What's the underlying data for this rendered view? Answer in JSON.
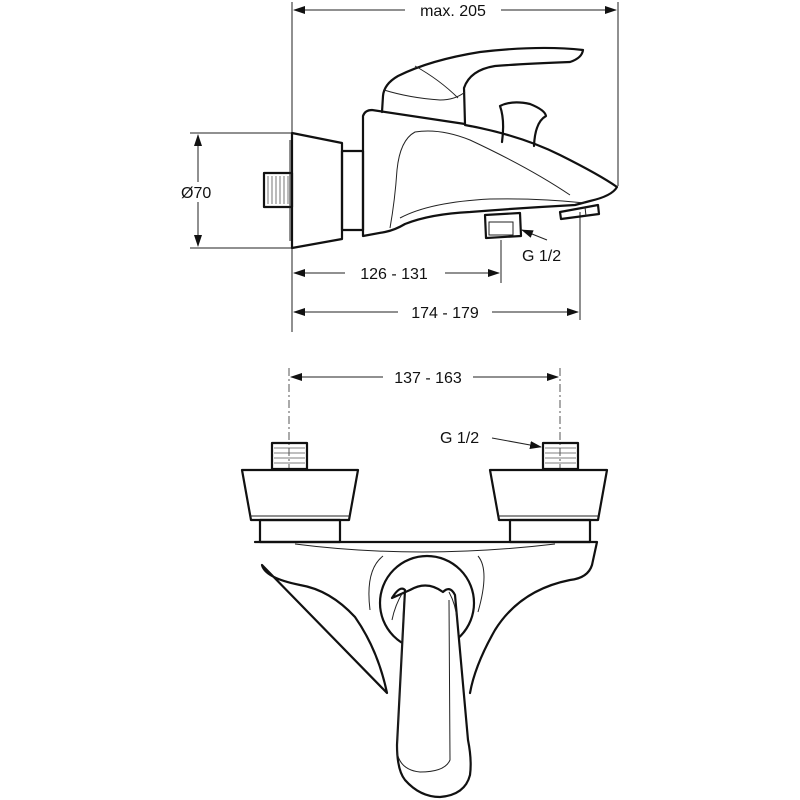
{
  "side_view": {
    "dim_overall_length": "max. 205",
    "dim_flange_diameter": "Ø70",
    "dim_outlet_distance": "126 - 131",
    "dim_spout_length": "174 - 179",
    "outlet_thread": "G 1/2"
  },
  "top_view": {
    "dim_connection_spacing": "137 - 163",
    "connection_thread": "G 1/2"
  },
  "colors": {
    "line": "#111111",
    "background": "#ffffff"
  }
}
